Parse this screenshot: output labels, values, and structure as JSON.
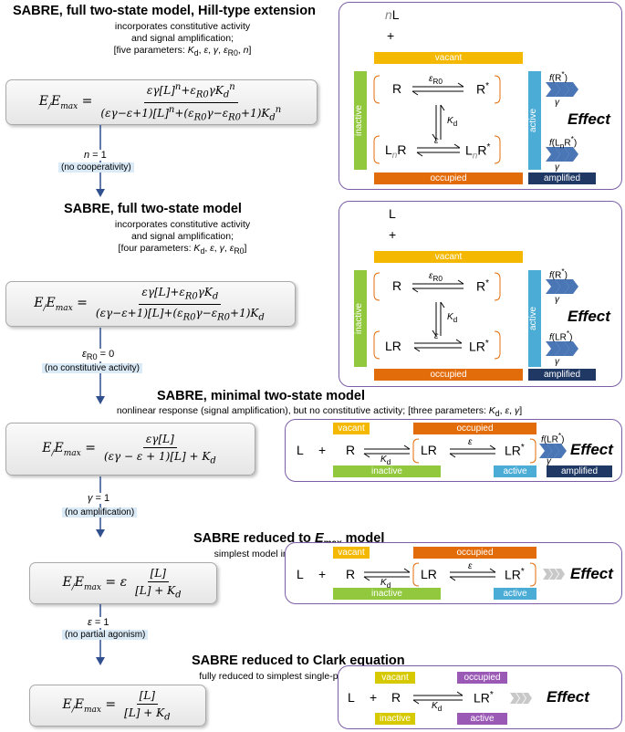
{
  "colors": {
    "vacant": "#f5b800",
    "occupied": "#e36c0a",
    "inactive": "#92c83e",
    "active": "#4bacd6",
    "amplified": "#1f3864",
    "arrow": "#2f4f8f",
    "chevron": "#4a76b5",
    "frame": "#7b5ea7",
    "purple": "#9b59b6",
    "yellow_clark": "#d7c900"
  },
  "sections": [
    {
      "title": "SABRE, full two-state model, Hill-type extension",
      "sub1": "incorporates constitutive activity",
      "sub2": "and signal amplification;",
      "params": "[five parameters: K_d, ε, γ, ε_R0, n]",
      "eq_num": "εγ[L]ⁿ+εR0γKdⁿ",
      "eq_den": "(εγ−ε+1)[L]ⁿ+(εR0γ−εR0+1)Kdⁿ"
    },
    {
      "title": "SABRE, full two-state model",
      "sub1": "incorporates constitutive activity",
      "sub2": "and signal amplification;",
      "params": "[four parameters: K_d, ε, γ, ε_R0]",
      "eq_num": "εγ[L]+εR0γKd",
      "eq_den": "(εγ−ε+1)[L]+(εR0γ−εR0+1)Kd"
    },
    {
      "title": "SABRE, minimal two-state model",
      "sub1": "nonlinear response (signal amplification), but no constitutive activity; [three parameters: K_d, ε, γ]",
      "eq_num": "εγ[L]",
      "eq_den": "(εγ − ε + 1)[L] + Kd"
    },
    {
      "title": "SABRE reduced to E_max model",
      "sub1": "simplest model including partial agonism; [two parameters: K_d, ε]",
      "eq_pre": "ε",
      "eq_num": "[L]",
      "eq_den": "[L] + Kd"
    },
    {
      "title": "SABRE reduced to Clark equation",
      "sub1": "fully reduced to simplest single-parameter model; [one parameter: K_d]",
      "eq_num": "[L]",
      "eq_den": "[L] + Kd"
    }
  ],
  "lhs": "E/Emax =",
  "transitions": [
    {
      "cond": "n = 1",
      "note": "(no cooperativity)"
    },
    {
      "cond": "εR0 = 0",
      "note": "(no constitutive activity)"
    },
    {
      "cond": "γ = 1",
      "note": "(no amplification)"
    },
    {
      "cond": "ε = 1",
      "note": "(no partial agonism)"
    }
  ],
  "labels": {
    "vacant": "vacant",
    "occupied": "occupied",
    "inactive": "inactive",
    "active": "active",
    "amplified": "amplified",
    "effect": "Effect",
    "plus": "+",
    "kd": "Kd",
    "eps": "ε",
    "epsR0": "εR0",
    "gamma": "γ"
  },
  "species": {
    "nL": "nL",
    "L": "L",
    "R": "R",
    "Rstar": "R*",
    "LnR": "LnR",
    "LnRstar": "LnR*",
    "LR": "LR",
    "LRstar": "LR*"
  },
  "functions": {
    "fR": "f(R*)",
    "fLnR": "f(LnR*)",
    "fLR": "f(LR*)"
  }
}
